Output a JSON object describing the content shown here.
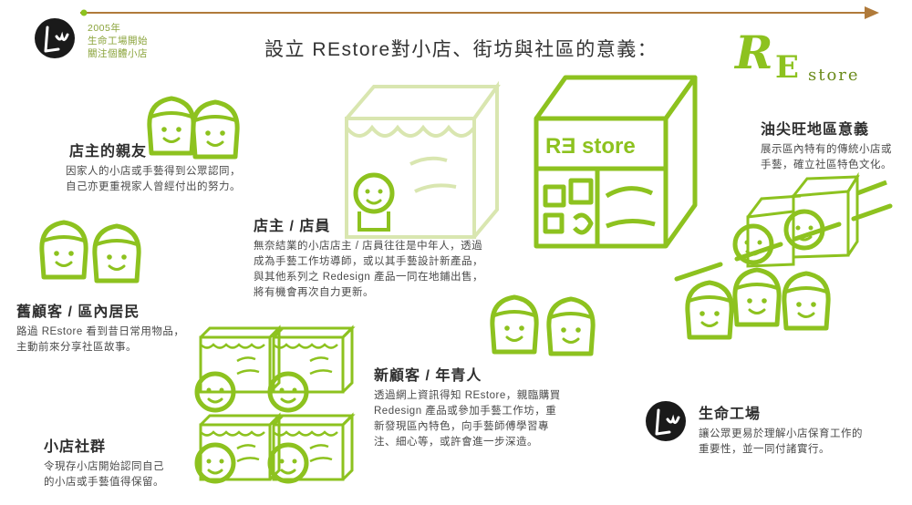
{
  "timeline": {
    "line1": "2005年",
    "line2": "生命工場開始",
    "line3": "關注個體小店"
  },
  "title": "設立 REstore對小店、街坊與社區的意義：",
  "brand": {
    "big": "R",
    "mid": "E",
    "word": "store",
    "sign": "RƎ store"
  },
  "shop_owner_friends": {
    "heading": "店主的親友",
    "text": [
      "因家人的小店或手藝得到公眾認同，",
      "自己亦更重視家人曾經付出的努力。"
    ]
  },
  "owner": {
    "heading": "店主 / 店員",
    "text": [
      "無奈結業的小店店主 / 店員往往是中年人，透過",
      "成為手藝工作坊導師，或以其手藝設計新產品，",
      "與其他系列之  Redesign  產品一同在地鋪出售，",
      "將有機會再次自力更新。"
    ]
  },
  "old_customers": {
    "heading": "舊顧客 / 區內居民",
    "text": [
      "路過 REstore 看到昔日常用物品，",
      "主動前來分享社區故事。"
    ]
  },
  "new_customers": {
    "heading": "新顧客 / 年青人",
    "text": [
      "透過網上資訊得知 REstore，親臨購買",
      "Redesign    產品或參加手藝工作坊，重",
      "新發現區內特色，向手藝師傅學習專",
      "注、細心等，或許會進一步深造。"
    ]
  },
  "shop_community": {
    "heading": "小店社群",
    "text": [
      "令現存小店開始認同自己",
      "的小店或手藝值得保留。"
    ]
  },
  "district": {
    "heading": "油尖旺地區意義",
    "text": [
      "展示區內特有的傳統小店或",
      "手藝，確立社區特色文化。"
    ]
  },
  "life_factory": {
    "heading": "生命工場",
    "text": [
      "讓公眾更易於理解小店保育工作的",
      "重要性，並一同付諸實行。"
    ]
  },
  "colors": {
    "accent": "#8dc21f",
    "pale": "#d9e6b0",
    "timeline": "#b07a3a",
    "heading": "#2e2e2e"
  }
}
